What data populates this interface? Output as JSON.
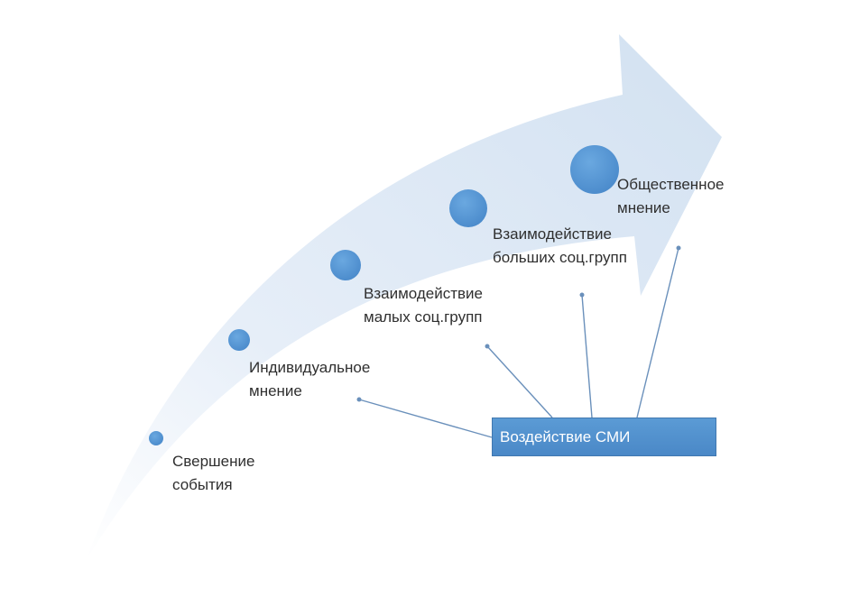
{
  "stages": [
    {
      "line1": "Свершение",
      "line2": "события"
    },
    {
      "line1": "Индивидуальное",
      "line2": "мнение"
    },
    {
      "line1": "Взаимодействие",
      "line2": "малых соц.групп"
    },
    {
      "line1": "Взаимодействие",
      "line2": "больших соц.групп"
    },
    {
      "line1": "Общественное",
      "line2": "мнение"
    }
  ],
  "media_influence": {
    "label": "Воздействие СМИ"
  },
  "colors": {
    "arrow_fill": "#dbe7f4",
    "stage_dot": "#5b9bd5",
    "media_box": "#5b9bd5",
    "connector_line": "#6a90bb"
  }
}
